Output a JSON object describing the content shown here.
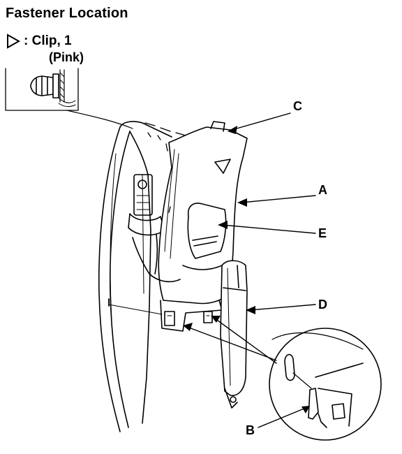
{
  "title": "Fastener Location",
  "legend": {
    "symbol": "triangle-outline-icon",
    "text": ": Clip, 1",
    "color_note": "(Pink)"
  },
  "callouts": {
    "a": "A",
    "b": "B",
    "c": "C",
    "d": "D",
    "e": "E"
  }
}
